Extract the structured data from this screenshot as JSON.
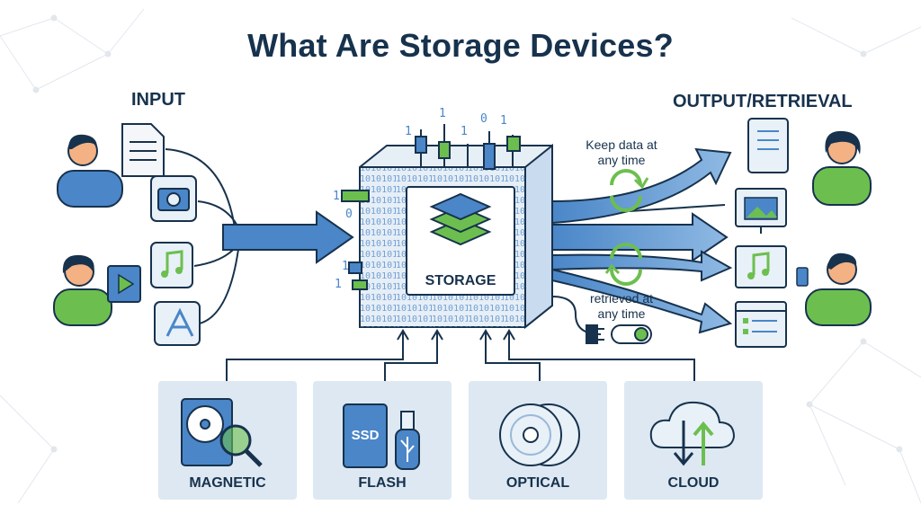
{
  "title": "What Are Storage Devices?",
  "input_label": "INPUT",
  "output_label": "OUTPUT/RETRIEVAL",
  "keep_note": "Keep data at\nany time",
  "retrieve_note": "retrieved at\nany time",
  "storage_label": "STORAGE",
  "ssd_label": "SSD",
  "binary_text": "10101011011010",
  "types": [
    {
      "label": "MAGNETIC",
      "icon": "hard-disk-icon"
    },
    {
      "label": "FLASH",
      "icon": "ssd-usb-icon"
    },
    {
      "label": "OPTICAL",
      "icon": "optical-disc-icon"
    },
    {
      "label": "CLOUD",
      "icon": "cloud-sync-icon"
    }
  ],
  "colors": {
    "navy": "#17324d",
    "blue": "#4a86c8",
    "light_blue": "#dde8f2",
    "green": "#6cbf4f",
    "skin": "#f4b183"
  }
}
